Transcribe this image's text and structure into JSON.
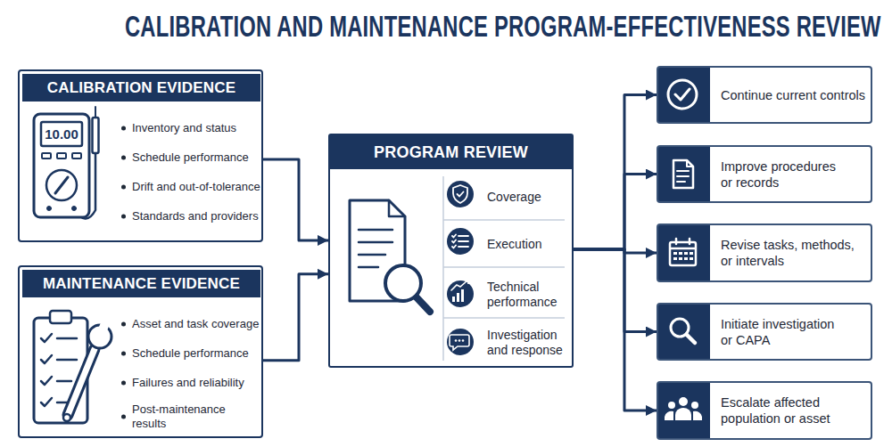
{
  "diagram": {
    "title": "CALIBRATION AND MAINTENANCE PROGRAM-EFFECTIVENESS REVIEW",
    "nodes": [
      {
        "text": [
          "CALIBRATION EVIDENCE",
          "Inventory and status",
          "Schedule performance",
          "Drift and out-of-tolerance",
          "Standards and providers"
        ]
      },
      {
        "text": [
          "MAINTENANCE EVIDENCE",
          "Asset and task coverage",
          "Schedule performance",
          "Failures and reliability",
          "Post-maintenance results"
        ]
      },
      {
        "text": [
          "PROGRAM REVIEW",
          "Coverage",
          "Execution",
          "Technical performance",
          "Investigation and response"
        ]
      },
      {
        "text": [
          "Continue current controls"
        ]
      },
      {
        "text": [
          "Improve procedures or records"
        ]
      },
      {
        "text": [
          "Revise tasks, methods, or intervals"
        ]
      },
      {
        "text": [
          "Initiate investigation or CAPA"
        ]
      },
      {
        "text": [
          "Escalate affected population or asset"
        ]
      }
    ],
    "edges": [
      {
        "from": 0,
        "to": 2,
        "arrow": "to"
      },
      {
        "from": 1,
        "to": 2,
        "arrow": "to"
      },
      {
        "from": 2,
        "to": 3,
        "arrow": "to"
      },
      {
        "from": 2,
        "to": 4,
        "arrow": "to"
      },
      {
        "from": 2,
        "to": 5,
        "arrow": "to"
      },
      {
        "from": 2,
        "to": 6,
        "arrow": "to"
      },
      {
        "from": 2,
        "to": 7,
        "arrow": "to"
      }
    ],
    "labels": [
      "10.00"
    ]
  }
}
